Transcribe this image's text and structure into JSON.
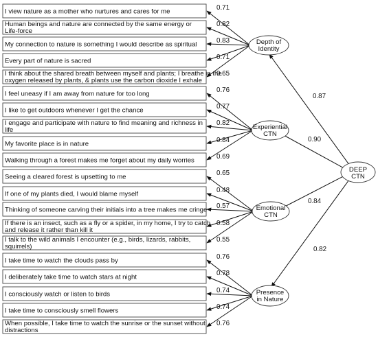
{
  "items": [
    {
      "lines": [
        "I view nature as a mother who nurtures and cares for me"
      ],
      "loading": "0.71"
    },
    {
      "lines": [
        "Human beings and nature are connected by the same energy or",
        "Life-force"
      ],
      "loading": "0.82"
    },
    {
      "lines": [
        "My connection to nature is something I would describe as spiritual"
      ],
      "loading": "0.83"
    },
    {
      "lines": [
        "Every part of nature is sacred"
      ],
      "loading": "0.71"
    },
    {
      "lines": [
        "I think about the shared breath between myself and plants; I breathe in the",
        "oxygen released by plants, & plants use the carbon dioxide I exhale"
      ],
      "loading": "0.65"
    },
    {
      "lines": [
        "I feel uneasy if I am away from nature for too long"
      ],
      "loading": "0.76"
    },
    {
      "lines": [
        "I like to get outdoors whenever I get the chance"
      ],
      "loading": "0.77"
    },
    {
      "lines": [
        "I engage and participate with nature to find meaning and richness in",
        "life"
      ],
      "loading": "0.82"
    },
    {
      "lines": [
        "My favorite place is in nature"
      ],
      "loading": "0.84"
    },
    {
      "lines": [
        "Walking through a forest makes me forget about my daily worries"
      ],
      "loading": "0.69"
    },
    {
      "lines": [
        "Seeing a cleared forest is upsetting to me"
      ],
      "loading": "0.65"
    },
    {
      "lines": [
        "If one of my plants died, I would blame myself"
      ],
      "loading": "0.48"
    },
    {
      "lines": [
        "Thinking of someone carving their initials into a tree makes me cringe"
      ],
      "loading": "0.57"
    },
    {
      "lines": [
        "If there is an insect, such as a fly or a spider, in my home, I try to catch",
        "and release it rather than kill it"
      ],
      "loading": "0.58"
    },
    {
      "lines": [
        "I talk to the wild animals I encounter (e.g., birds, lizards, rabbits,",
        "squirrels)"
      ],
      "loading": "0.55"
    },
    {
      "lines": [
        "I take time to watch the clouds pass by"
      ],
      "loading": "0.76"
    },
    {
      "lines": [
        "I deliberately take time to watch stars at night"
      ],
      "loading": "0.78"
    },
    {
      "lines": [
        "I consciously watch or listen to birds"
      ],
      "loading": "0.74"
    },
    {
      "lines": [
        "I take time to consciously smell flowers"
      ],
      "loading": "0.74"
    },
    {
      "lines": [
        "When possible, I take time to watch the sunrise or the sunset without",
        "distractions"
      ],
      "loading": "0.76"
    }
  ],
  "factors": [
    {
      "lines": [
        "Depth of",
        "Identity"
      ],
      "loading": "0.87"
    },
    {
      "lines": [
        "Experiential",
        "CTN"
      ],
      "loading": "0.90"
    },
    {
      "lines": [
        "Emotional",
        "CTN"
      ],
      "loading": "0.84"
    },
    {
      "lines": [
        "Presence",
        "in Nature"
      ],
      "loading": "0.82"
    }
  ],
  "higher_factor": {
    "lines": [
      "DEEP",
      "CTN"
    ]
  }
}
